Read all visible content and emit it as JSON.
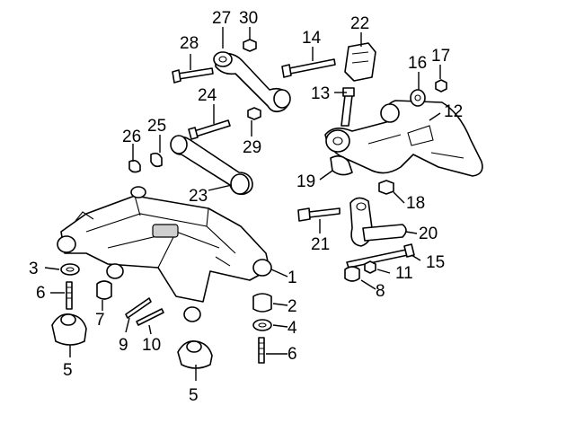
{
  "callouts": [
    "1",
    "2",
    "3",
    "4",
    "5",
    "5",
    "6",
    "6",
    "7",
    "8",
    "9",
    "10",
    "11",
    "12",
    "13",
    "14",
    "15",
    "16",
    "17",
    "18",
    "19",
    "20",
    "21",
    "22",
    "23",
    "24",
    "25",
    "26",
    "27",
    "28",
    "29",
    "30"
  ]
}
